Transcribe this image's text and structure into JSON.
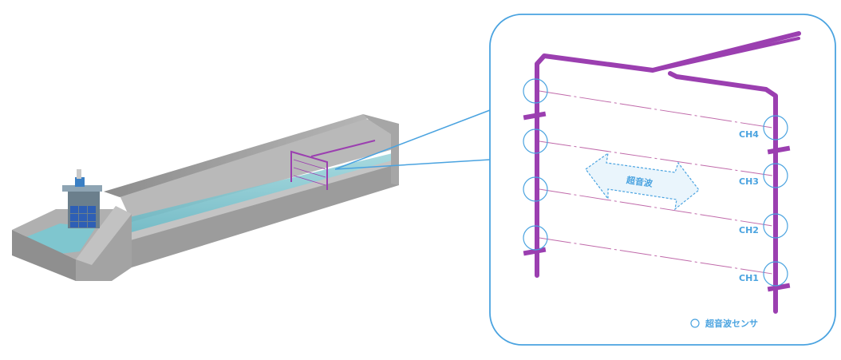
{
  "callout": {
    "channels": [
      "CH4",
      "CH3",
      "CH2",
      "CH1"
    ],
    "wave_label": "超音波",
    "legend_label": "超音波センサ"
  },
  "colors": {
    "pipe": "#9b3fb0",
    "sensor": "#4aa3e0",
    "concrete": "#9a9a9a",
    "water": "#5fb8c8",
    "frame_border": "#4aa3e0"
  }
}
